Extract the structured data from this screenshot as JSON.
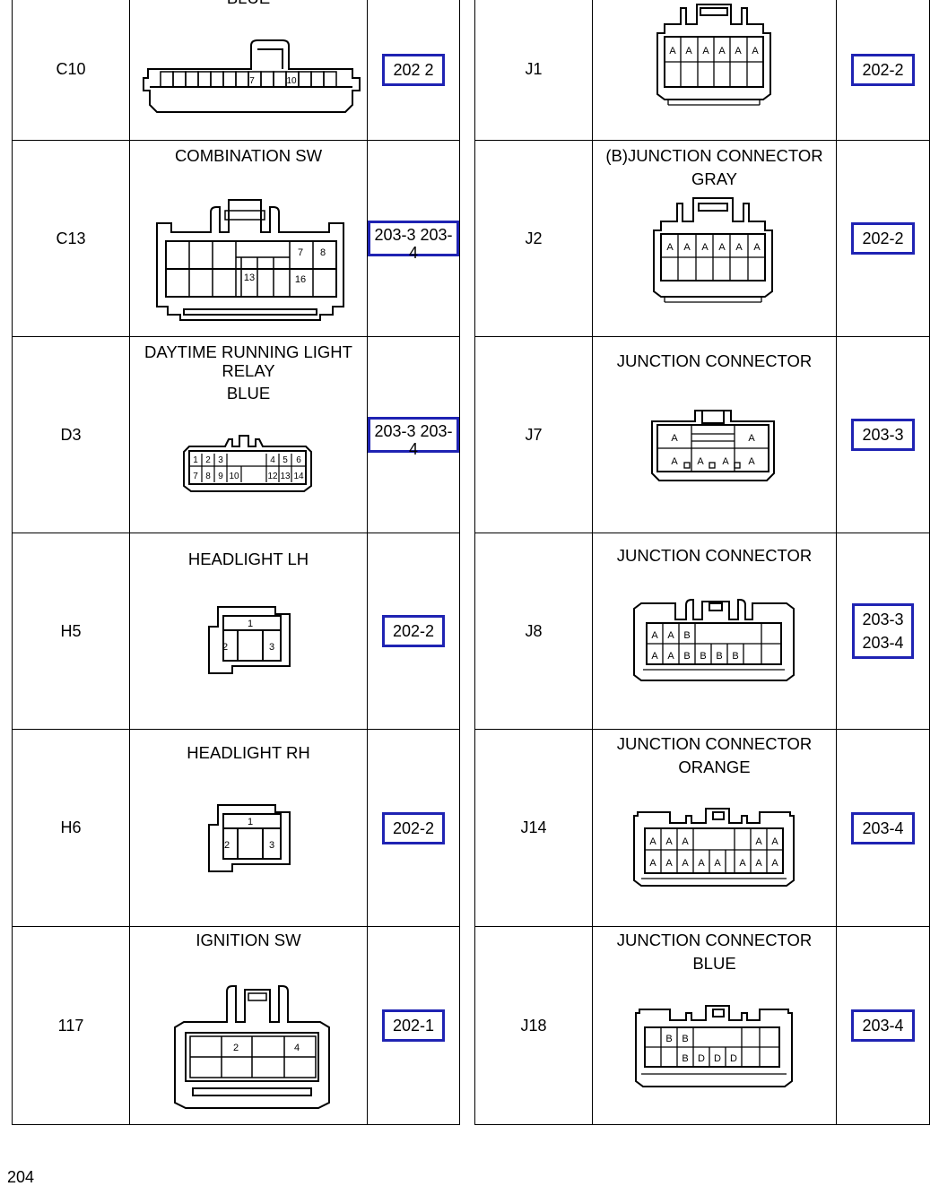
{
  "left_rows": [
    {
      "code": "C10",
      "name_lines": [
        "BLUE"
      ],
      "refs": [
        "202 2"
      ],
      "pins": [
        "7",
        "10"
      ]
    },
    {
      "code": "C13",
      "name_lines": [
        "COMBINATION SW"
      ],
      "refs": [
        "203-3 203-4"
      ],
      "pins": [
        "7",
        "8",
        "13",
        "16"
      ]
    },
    {
      "code": "D3",
      "name_lines": [
        "DAYTIME RUNNING LIGHT",
        "RELAY",
        "BLUE"
      ],
      "refs": [
        "203-3 203-4"
      ],
      "pins": [
        "1",
        "2",
        "3",
        "4",
        "5",
        "6",
        "7",
        "8",
        "9",
        "10",
        "12",
        "13",
        "14"
      ]
    },
    {
      "code": "H5",
      "name_lines": [
        "HEADLIGHT LH"
      ],
      "refs": [
        "202-2"
      ],
      "pins": [
        "1",
        "2",
        "3"
      ]
    },
    {
      "code": "H6",
      "name_lines": [
        "HEADLIGHT RH"
      ],
      "refs": [
        "202-2"
      ],
      "pins": [
        "1",
        "2",
        "3"
      ]
    },
    {
      "code": "117",
      "name_lines": [
        "IGNITION SW"
      ],
      "refs": [
        "202-1"
      ],
      "pins": [
        "2",
        "4"
      ]
    }
  ],
  "right_rows": [
    {
      "code": "J1",
      "name_lines": [],
      "refs": [
        "202-2"
      ],
      "pins": [
        "A",
        "A",
        "A",
        "A",
        "A",
        "A"
      ]
    },
    {
      "code": "J2",
      "name_lines": [
        "(B)JUNCTION CONNECTOR",
        "GRAY"
      ],
      "refs": [
        "202-2"
      ],
      "pins": [
        "A",
        "A",
        "A",
        "A",
        "A",
        "A"
      ]
    },
    {
      "code": "J7",
      "name_lines": [
        "JUNCTION CONNECTOR"
      ],
      "refs": [
        "203-3"
      ],
      "pins": [
        "A",
        "A",
        "A",
        "A",
        "A",
        "A"
      ]
    },
    {
      "code": "J8",
      "name_lines": [
        "JUNCTION CONNECTOR"
      ],
      "refs": [
        "203-3",
        "203-4"
      ],
      "pins": [
        "A",
        "A",
        "B",
        "A",
        "A",
        "B",
        "B",
        "B",
        "B"
      ]
    },
    {
      "code": "J14",
      "name_lines": [
        "JUNCTION CONNECTOR",
        "ORANGE"
      ],
      "refs": [
        "203-4"
      ],
      "pins": [
        "A",
        "A",
        "A",
        "A",
        "A",
        "A",
        "A",
        "A",
        "A",
        "A",
        "A",
        "A",
        "A"
      ]
    },
    {
      "code": "J18",
      "name_lines": [
        "JUNCTION CONNECTOR",
        "BLUE"
      ],
      "refs": [
        "203-4"
      ],
      "pins": [
        "B",
        "B",
        "B",
        "D",
        "D",
        "D"
      ]
    }
  ],
  "page_number": "204",
  "colors": {
    "ref_box": "#1f23b3",
    "line": "#000000"
  }
}
